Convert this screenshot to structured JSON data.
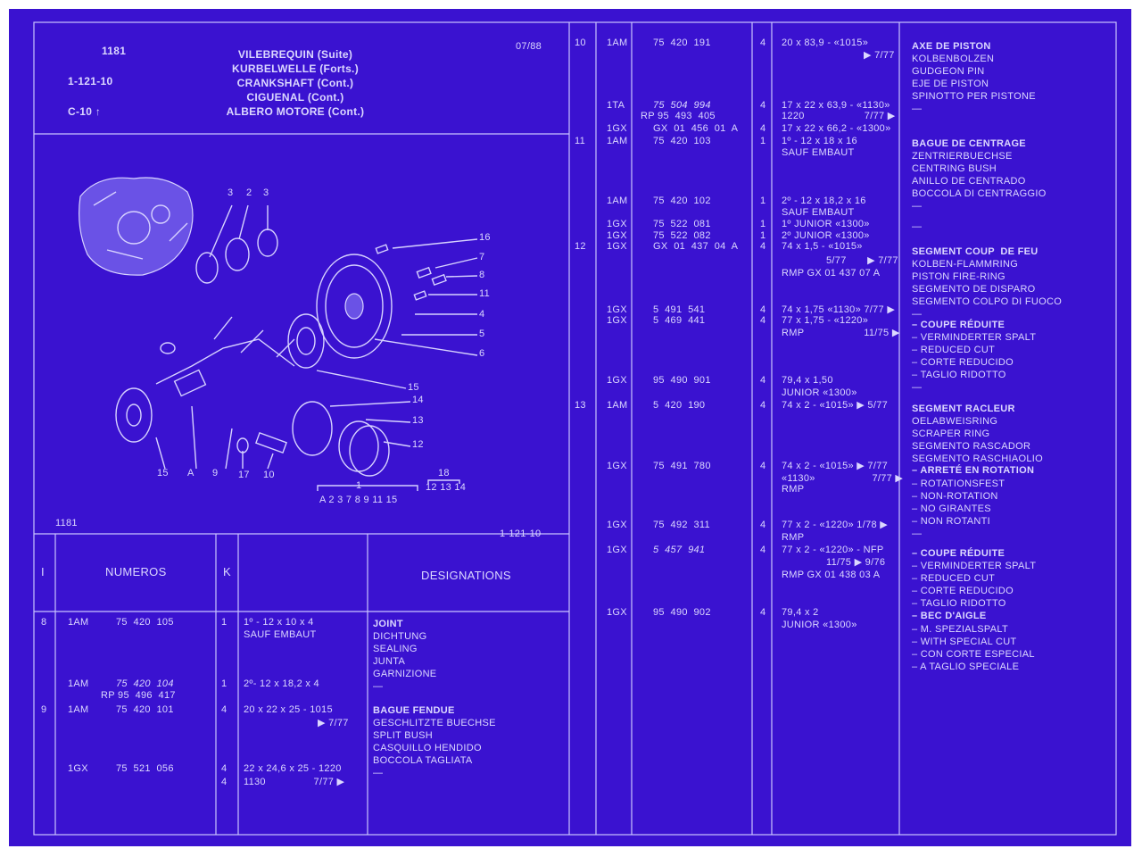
{
  "header": {
    "code": "1181",
    "ref": "1-121-10",
    "section": "C-10",
    "date": "07/88",
    "titles": [
      "VILEBREQUIN (Suite)",
      "KURBELWELLE (Forts.)",
      "CRANKSHAFT (Cont.)",
      "CIGUENAL (Cont.)",
      "ALBERO MOTORE (Cont.)"
    ]
  },
  "figure": {
    "code": "1181",
    "ref": "1-121-10",
    "callouts": [
      "3",
      "2",
      "3",
      "16",
      "7",
      "8",
      "11",
      "4",
      "5",
      "6",
      "15",
      "14",
      "13",
      "12",
      "15",
      "A",
      "9",
      "17",
      "10"
    ],
    "group1_number": "1",
    "group1_parts": "A 2 3 7 8 9 11 15",
    "group18_number": "18",
    "group18_parts": "12 13 14"
  },
  "columns": {
    "item": "I",
    "numeros": "NUMEROS",
    "k": "K",
    "designations": "DESIGNATIONS"
  },
  "left_rows": [
    {
      "item": "8",
      "code": "1AM",
      "num": "75  420  105",
      "k": "1",
      "spec": "1º - 12 x 10 x 4"
    },
    {
      "spec": "SAUF EMBAUT"
    },
    {
      "code": "1AM",
      "num": "75  420  104",
      "num_italic": true,
      "k": "1",
      "spec": "2º- 12 x 18,2 x 4"
    },
    {
      "num": "RP 95  496  417"
    },
    {
      "item": "9",
      "code": "1AM",
      "num": "75  420  101",
      "k": "4",
      "spec": "20 x 22 x 25 - 1015"
    },
    {
      "spec": "▶ 7/77"
    },
    {
      "code": "1GX",
      "num": "75  521  056",
      "k": "4",
      "spec": "22 x 24,6 x 25 - 1220"
    },
    {
      "k": "4",
      "spec": "1130                7/77 ▶"
    }
  ],
  "left_designations": [
    {
      "text": "JOINT",
      "bold": true
    },
    {
      "text": "DICHTUNG"
    },
    {
      "text": "SEALING"
    },
    {
      "text": "JUNTA"
    },
    {
      "text": "GARNIZIONE"
    },
    {
      "text": "—"
    },
    {
      "text": "BAGUE FENDUE",
      "bold": true
    },
    {
      "text": "GESCHLITZTE BUECHSE"
    },
    {
      "text": "SPLIT BUSH"
    },
    {
      "text": "CASQUILLO HENDIDO"
    },
    {
      "text": "BOCCOLA TAGLIATA"
    },
    {
      "text": "—"
    }
  ],
  "right_rows": [
    {
      "item": "10",
      "code": "1AM",
      "num": "75  420  191",
      "k": "4",
      "spec": "20 x 83,9 - «1015»"
    },
    {
      "spec": "▶ 7/77"
    },
    {
      "code": "1TA",
      "num": "75  504  994",
      "num_italic": true,
      "k": "4",
      "spec": "17 x 22 x 63,9 - «1130»"
    },
    {
      "num": "RP 95  493  405",
      "spec": "1220                    7/77 ▶"
    },
    {
      "code": "1GX",
      "num": "GX  01  456  01  A",
      "k": "4",
      "spec": "17 x 22 x 66,2 - «1300»"
    },
    {
      "item": "11",
      "code": "1AM",
      "num": "75  420  103",
      "k": "1",
      "spec": "1º - 12 x 18 x 16"
    },
    {
      "spec": "SAUF EMBAUT"
    },
    {
      "code": "1AM",
      "num": "75  420  102",
      "k": "1",
      "spec": "2º - 12 x 18,2 x 16"
    },
    {
      "spec": "SAUF EMBAUT"
    },
    {
      "code": "1GX",
      "num": "75  522  081",
      "k": "1",
      "spec": "1º JUNIOR «1300»"
    },
    {
      "code": "1GX",
      "num": "75  522  082",
      "k": "1",
      "spec": "2º JUNIOR «1300»"
    },
    {
      "item": "12",
      "code": "1GX",
      "num": "GX  01  437  04  A",
      "k": "4",
      "spec": "74 x 1,5 - «1015»"
    },
    {
      "spec": "5/77       ▶ 7/77"
    },
    {
      "spec": "RMP GX 01 437 07 A"
    },
    {
      "code": "1GX",
      "num": "5  491  541",
      "k": "4",
      "spec": "74 x 1,75 «1130» 7/77 ▶"
    },
    {
      "code": "1GX",
      "num": "5  469  441",
      "k": "4",
      "spec": "77 x 1,75 - «1220»"
    },
    {
      "spec": "RMP                    11/75 ▶"
    },
    {
      "code": "1GX",
      "num": "95  490  901",
      "k": "4",
      "spec": "79,4 x 1,50"
    },
    {
      "spec": "JUNIOR «1300»"
    },
    {
      "item": "13",
      "code": "1AM",
      "num": "5  420  190",
      "k": "4",
      "spec": "74 x 2 - «1015» ▶ 5/77"
    },
    {
      "code": "1GX",
      "num": "75  491  780",
      "k": "4",
      "spec": "74 x 2 - «1015» ▶ 7/77"
    },
    {
      "spec": "«1130»                   7/77 ▶"
    },
    {
      "spec": "RMP"
    },
    {
      "code": "1GX",
      "num": "75  492  311",
      "k": "4",
      "spec": "77 x 2 - «1220» 1/78 ▶"
    },
    {
      "spec": "RMP"
    },
    {
      "code": "1GX",
      "num": "5  457  941",
      "num_italic": true,
      "k": "4",
      "spec": "77 x 2 - «1220» - NFP"
    },
    {
      "spec": "11/75 ▶ 9/76"
    },
    {
      "spec": "RMP GX 01 438 03 A"
    },
    {
      "code": "1GX",
      "num": "95  490  902",
      "k": "4",
      "spec": "79,4 x 2"
    },
    {
      "spec": "JUNIOR «1300»"
    }
  ],
  "right_designations": [
    {
      "text": "AXE DE PISTON",
      "bold": true
    },
    {
      "text": "KOLBENBOLZEN"
    },
    {
      "text": "GUDGEON PIN"
    },
    {
      "text": "EJE DE PISTON"
    },
    {
      "text": "SPINOTTO PER PISTONE"
    },
    {
      "text": "—"
    },
    {
      "text": "BAGUE DE CENTRAGE",
      "bold": true
    },
    {
      "text": "ZENTRIERBUECHSE"
    },
    {
      "text": "CENTRING BUSH"
    },
    {
      "text": "ANILLO DE CENTRADO"
    },
    {
      "text": "BOCCOLA DI CENTRAGGIO"
    },
    {
      "text": "—"
    },
    {
      "text": "—"
    },
    {
      "text": "SEGMENT COUP  DE FEU",
      "bold": true
    },
    {
      "text": "KOLBEN-FLAMMRING"
    },
    {
      "text": "PISTON FIRE-RING"
    },
    {
      "text": "SEGMENTO DE DISPARO"
    },
    {
      "text": "SEGMENTO COLPO DI FUOCO"
    },
    {
      "text": "—"
    },
    {
      "text": "– COUPE RÉDUITE",
      "bold": true
    },
    {
      "text": "– VERMINDERTER SPALT"
    },
    {
      "text": "– REDUCED CUT"
    },
    {
      "text": "– CORTE REDUCIDO"
    },
    {
      "text": "– TAGLIO RIDOTTO"
    },
    {
      "text": "—"
    },
    {
      "text": "SEGMENT RACLEUR",
      "bold": true
    },
    {
      "text": "OELABWEISRING"
    },
    {
      "text": "SCRAPER RING"
    },
    {
      "text": "SEGMENTO RASCADOR"
    },
    {
      "text": "SEGMENTO RASCHIAOLIO"
    },
    {
      "text": "– ARRETÉ EN ROTATION",
      "bold": true
    },
    {
      "text": "– ROTATIONSFEST"
    },
    {
      "text": "– NON-ROTATION"
    },
    {
      "text": "– NO GIRANTES"
    },
    {
      "text": "– NON ROTANTI"
    },
    {
      "text": "—"
    },
    {
      "text": "– COUPE RÉDUITE",
      "bold": true
    },
    {
      "text": "– VERMINDERTER SPALT"
    },
    {
      "text": "– REDUCED CUT"
    },
    {
      "text": "– CORTE REDUCIDO"
    },
    {
      "text": "– TAGLIO RIDOTTO"
    },
    {
      "text": "– BEC D'AIGLE",
      "bold": true
    },
    {
      "text": "– M. SPEZIALSPALT"
    },
    {
      "text": "– WITH SPECIAL CUT"
    },
    {
      "text": "– CON CORTE ESPECIAL"
    },
    {
      "text": "– A TAGLIO SPECIALE"
    }
  ]
}
